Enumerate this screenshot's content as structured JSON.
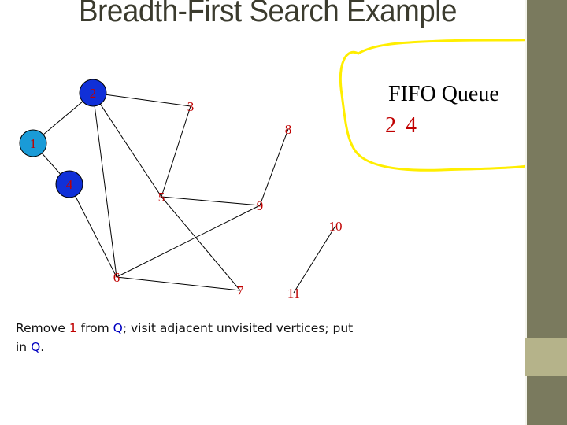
{
  "title": "Breadth-First Search Example",
  "queue": {
    "title": "FIFO Queue",
    "items": [
      "2",
      "4"
    ]
  },
  "caption": {
    "part1": "Remove ",
    "vertex": "1",
    "part2": " from ",
    "q1": "Q",
    "part3": "; visit adjacent unvisited vertices; put in ",
    "q2": "Q",
    "part4": "."
  },
  "graph": {
    "vertices": [
      {
        "id": "1",
        "state": "visited"
      },
      {
        "id": "2",
        "state": "queued"
      },
      {
        "id": "3",
        "state": "unvisited"
      },
      {
        "id": "4",
        "state": "queued"
      },
      {
        "id": "5",
        "state": "unvisited"
      },
      {
        "id": "6",
        "state": "unvisited"
      },
      {
        "id": "7",
        "state": "unvisited"
      },
      {
        "id": "8",
        "state": "unvisited"
      },
      {
        "id": "9",
        "state": "unvisited"
      },
      {
        "id": "10",
        "state": "unvisited"
      },
      {
        "id": "11",
        "state": "unvisited"
      }
    ],
    "edges": [
      [
        "1",
        "2"
      ],
      [
        "1",
        "4"
      ],
      [
        "2",
        "3"
      ],
      [
        "2",
        "5"
      ],
      [
        "2",
        "6"
      ],
      [
        "3",
        "5"
      ],
      [
        "4",
        "6"
      ],
      [
        "5",
        "9"
      ],
      [
        "5",
        "7"
      ],
      [
        "6",
        "9"
      ],
      [
        "6",
        "7"
      ],
      [
        "8",
        "9"
      ],
      [
        "10",
        "11"
      ]
    ]
  },
  "colors": {
    "visited": "#1a9bd7",
    "queued": "#1030d8",
    "label": "#c00000",
    "highlight": "#ffee00",
    "sidebar": "#7a7a5e"
  }
}
